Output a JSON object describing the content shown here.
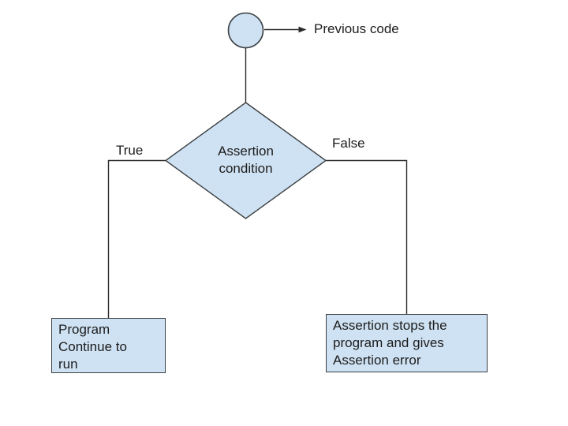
{
  "colors": {
    "background": "#ffffff",
    "shape_fill": "#cfe2f3",
    "shape_stroke": "#3c4043",
    "line_color": "#2a2a2a",
    "text_color": "#1c1c1c"
  },
  "flowchart": {
    "start_annotation": "Previous code",
    "decision_label": "Assertion\ncondition",
    "true_branch_label": "True",
    "false_branch_label": "False",
    "true_outcome": "Program\nContinue to\nrun",
    "false_outcome": "Assertion stops the\nprogram and gives\nAssertion error"
  }
}
